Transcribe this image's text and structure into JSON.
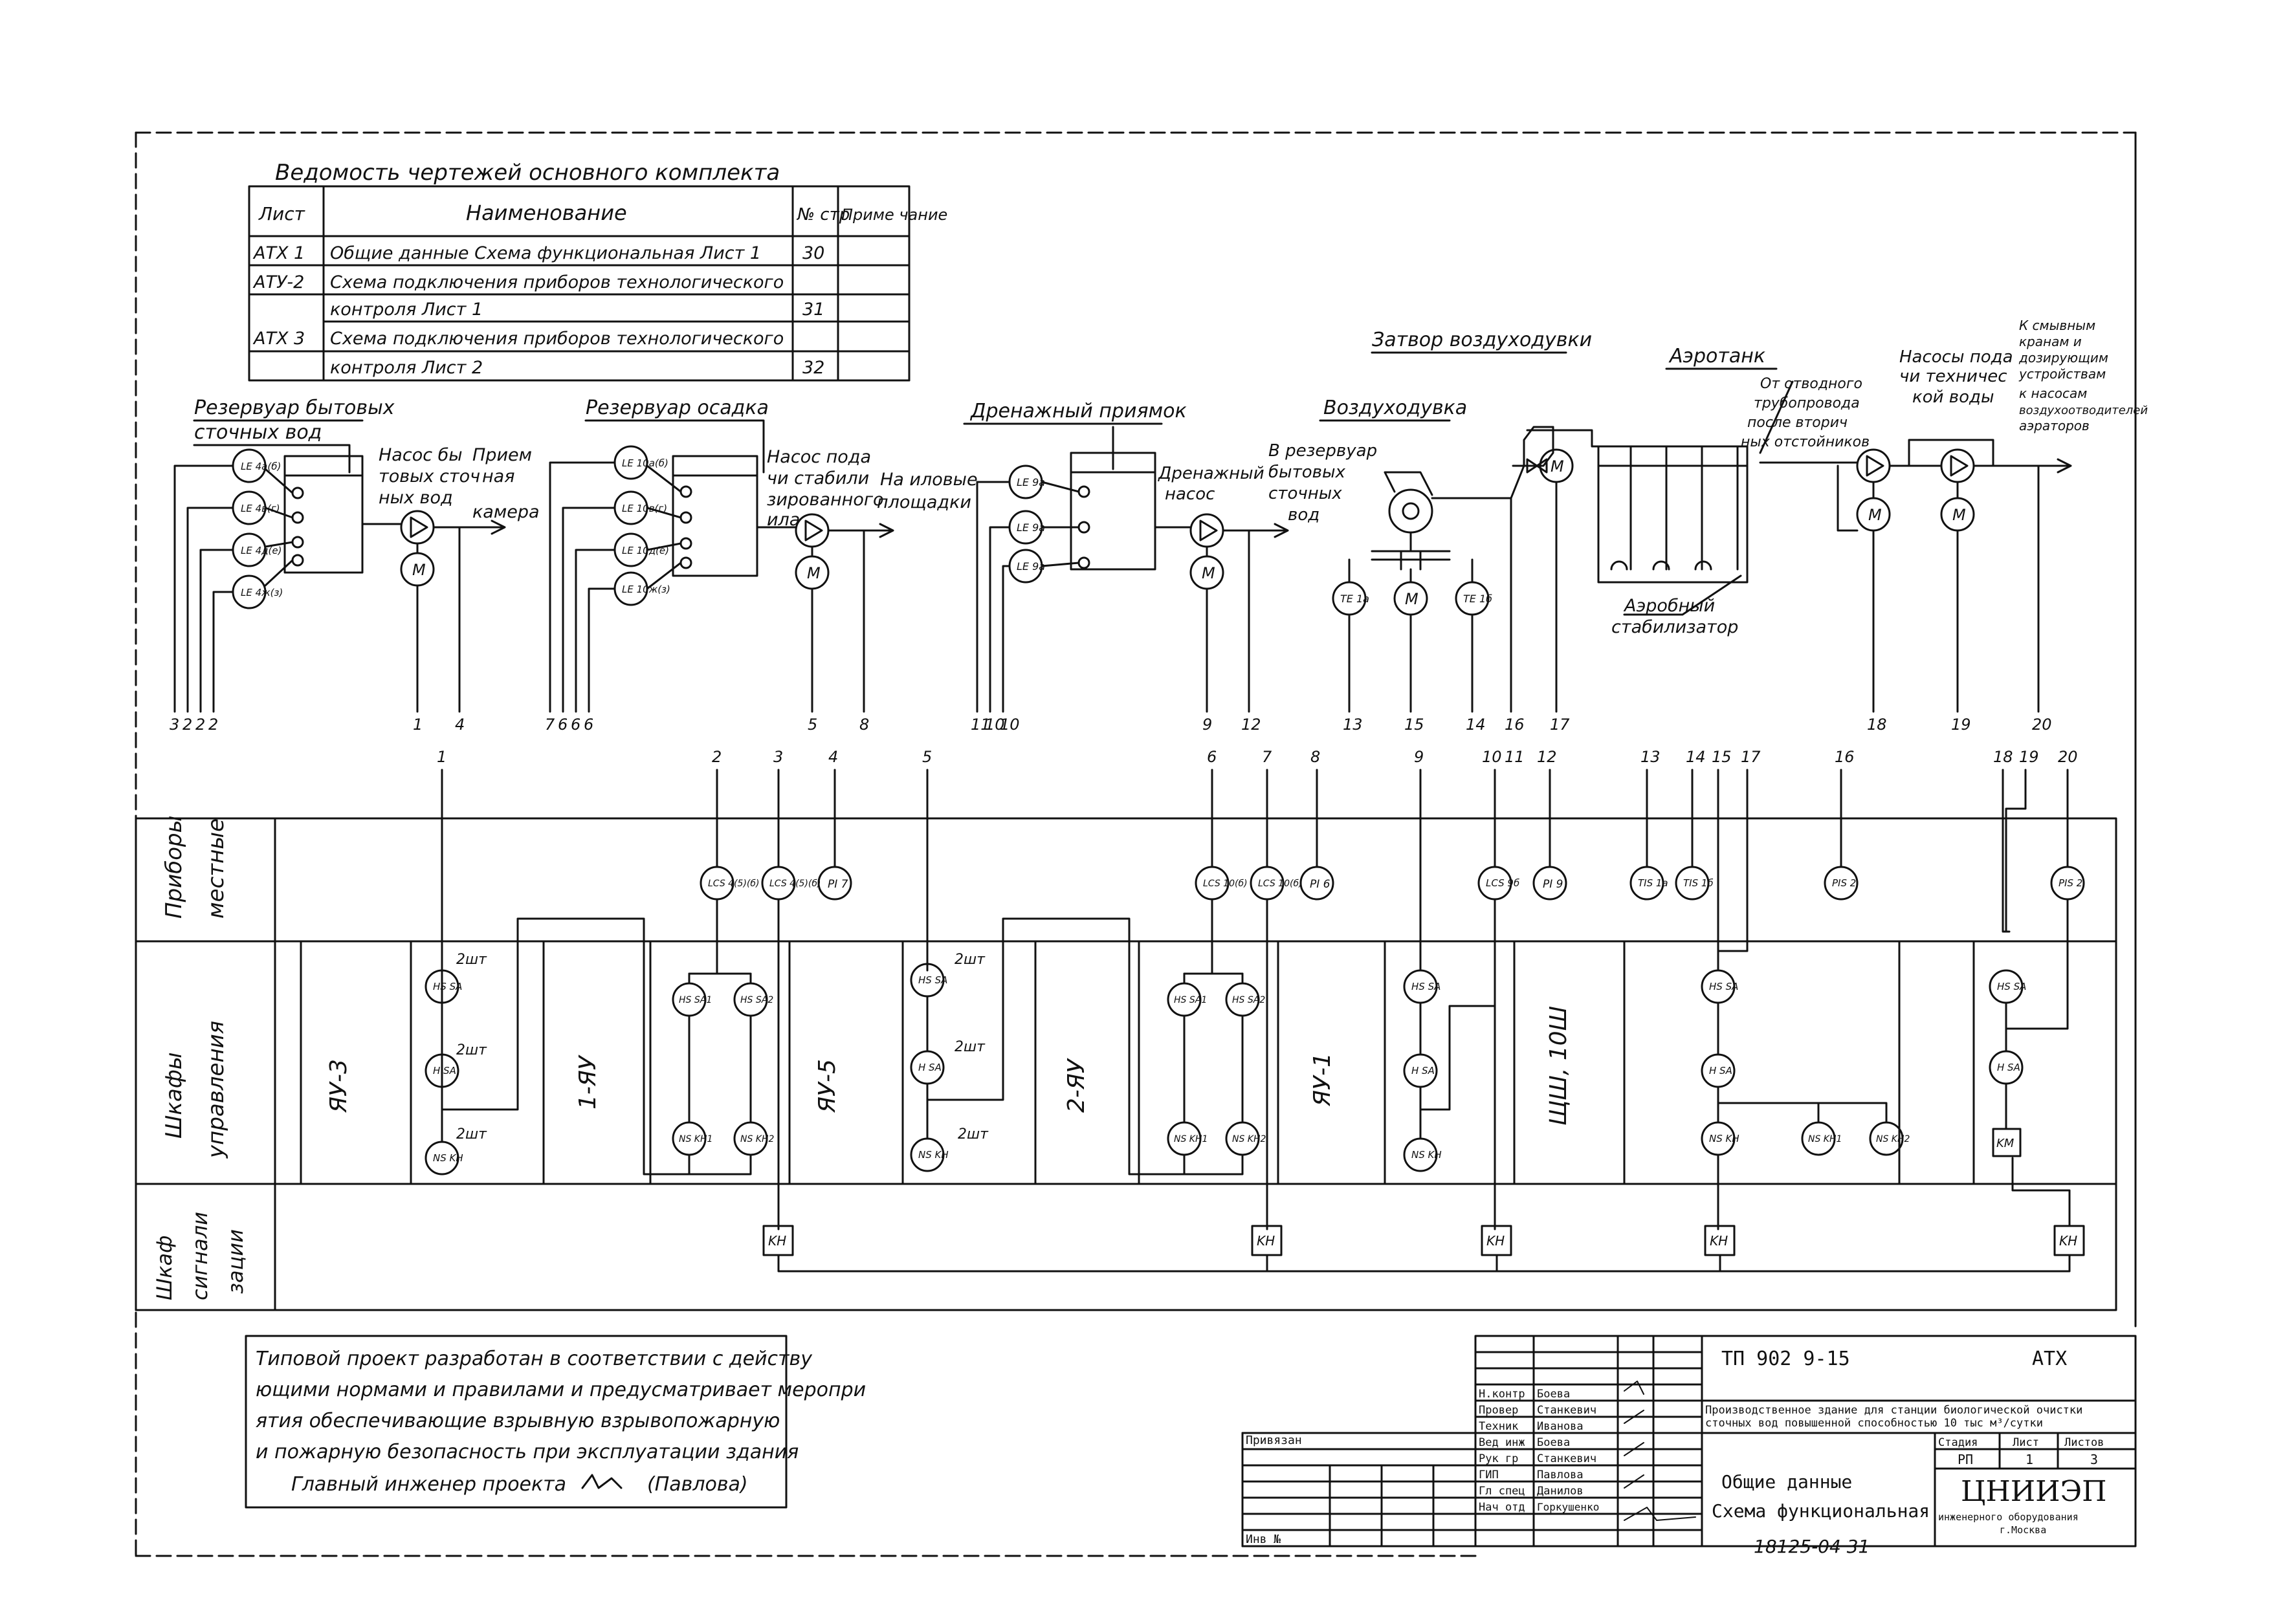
{
  "sheet_index": {
    "title": "Ведомость чертежей основного комплекта",
    "headers": [
      "Лист",
      "Наименование",
      "№ стр",
      "Приме чание"
    ],
    "rows": [
      {
        "sheet": "АТХ 1",
        "name": "Общие данные Схема функциональная Лист 1",
        "page": "30",
        "note": ""
      },
      {
        "sheet": "АТУ-2",
        "name": "Схема подключения приборов технологического",
        "page": "",
        "note": ""
      },
      {
        "sheet": "",
        "name": "контроля Лист 1",
        "page": "31",
        "note": ""
      },
      {
        "sheet": "АТХ 3",
        "name": "Схема подключения приборов технологического",
        "page": "",
        "note": ""
      },
      {
        "sheet": "",
        "name": "контроля Лист 2",
        "page": "32",
        "note": ""
      }
    ]
  },
  "process": {
    "reservoir1": {
      "title_line1": "Резервуар бытовых",
      "title_line2": "сточных вод",
      "pump_label": [
        "Насос бы",
        "товых сточ",
        "ных вод"
      ],
      "out_label": [
        "Прием",
        "ная",
        "камера"
      ],
      "sensors": [
        "LE 4а(б)",
        "LE 4в(г)",
        "LE 4д(е)",
        "LE 4ж(з)"
      ],
      "motor": "M",
      "bottom_numbers": [
        "3",
        "2",
        "2",
        "2"
      ],
      "pump_numbers": [
        "1",
        "4"
      ]
    },
    "reservoir2": {
      "title": "Резервуар осадка",
      "pump_label": [
        "Насос пода",
        "чи стабили",
        "зированного",
        "ила"
      ],
      "out_label": [
        "На иловые",
        "площадки"
      ],
      "sensors": [
        "LE 10а(б)",
        "LE 10в(г)",
        "LE 10д(е)",
        "LE 10ж(з)"
      ],
      "motor": "M",
      "bottom_numbers": [
        "7",
        "6",
        "6",
        "6"
      ],
      "pump_numbers": [
        "5",
        "8"
      ]
    },
    "drain": {
      "title": "Дренажный приямок",
      "pump_label": [
        "Дренажный",
        "насос"
      ],
      "out_label": [
        "В резервуар",
        "бытовых",
        "сточных",
        "вод"
      ],
      "sensors": [
        "LE 9а",
        "LE 9а",
        "LE 9а"
      ],
      "motor": "M",
      "bottom_numbers": [
        "11",
        "10",
        "10"
      ],
      "pump_numbers": [
        "9",
        "12"
      ]
    },
    "blower": {
      "title": "Воздуходувка",
      "gate_title": "Затвор воздуходувки",
      "sensors": [
        "TE 1а",
        "M",
        "TE 1б"
      ],
      "numbers": [
        "13",
        "15",
        "14",
        "16",
        "17"
      ]
    },
    "aerotank": {
      "title": "Аэротанк",
      "stabilizer": [
        "Аэробный",
        "стабилизатор"
      ],
      "from_label": [
        "От отводного",
        "трубопровода",
        "после вторич",
        "ных отстойников"
      ]
    },
    "tech_pumps": {
      "title": [
        "Насосы пода",
        "чи техничес",
        "кой воды"
      ],
      "out_label": [
        "К смывным",
        "кранам и",
        "дозирующим",
        "устройствам",
        "к насосам",
        "воздухоотводителей",
        "аэраторов"
      ],
      "numbers": [
        "18",
        "19",
        "20"
      ]
    }
  },
  "panels": {
    "row_labels": {
      "local": [
        "Приборы",
        "местные"
      ],
      "control": [
        "Шкафы",
        "управления"
      ],
      "signal": [
        "Шкаф",
        "сигнали",
        "зации"
      ]
    },
    "top_numbers": [
      "1",
      "2",
      "3",
      "4",
      "5",
      "6",
      "7",
      "8",
      "9",
      "10",
      "11",
      "12",
      "13",
      "14",
      "15",
      "17",
      "16",
      "18",
      "19",
      "20"
    ],
    "local_instruments": [
      "LCS 4(5)(б)",
      "LCS 4(5)(б)",
      "PI 7",
      "LCS 10(б)",
      "LCS 10(б)",
      "PI 6",
      "LCS 9б",
      "PI 9",
      "TIS 1а",
      "TIS 1б",
      "PIS 2",
      "PIS 2"
    ],
    "cabinets": [
      "ЯУ-3",
      "1-ЯУ",
      "ЯУ-5",
      "2-ЯУ",
      "ЯУ-1",
      "ЩШ, 10Ш"
    ],
    "control_items": {
      "hs_sa": "HS SA",
      "h_sa": "H SA",
      "ns_kh": "NS KH",
      "hs_sa1": "HS SA1",
      "hs_sa2": "HS SA2",
      "ns_kh1": "NS KH1",
      "ns_kh2": "NS KH2",
      "km": "KM",
      "qty": "2шт"
    },
    "signal_box": "KH"
  },
  "note": {
    "lines": [
      "Типовой проект разработан в соответствии с действу",
      "ющими нормами и правилами и предусматривает меропри",
      "ятия обеспечивающие взрывную взрывопожарную",
      "и пожарную безопасность при эксплуатации здания"
    ],
    "signature_line": "Главный инженер проекта",
    "signature_name": "(Павлова)"
  },
  "title_block": {
    "code": "ТП 902 9-15",
    "mark": "АТХ",
    "project": [
      "Производственное здание для станции биологической очистки",
      "сточных вод повышенной способностью 10 тыс м³/сутки"
    ],
    "roles": [
      {
        "role": "Н.контр",
        "name": "Боева"
      },
      {
        "role": "Провер",
        "name": "Станкевич"
      },
      {
        "role": "Техник",
        "name": "Иванова"
      },
      {
        "role": "Вед инж",
        "name": "Боева"
      },
      {
        "role": "Рук гр",
        "name": "Станкевич"
      },
      {
        "role": "ГИП",
        "name": "Павлова"
      },
      {
        "role": "Гл спец",
        "name": "Данилов"
      },
      {
        "role": "Нач отд",
        "name": "Горкушенко"
      }
    ],
    "stage_head": [
      "Стадия",
      "Лист",
      "Листов"
    ],
    "stage_vals": [
      "РП",
      "1",
      "3"
    ],
    "sheet_title": [
      "Общие данные",
      "Схема функциональная"
    ],
    "org": "ЦНИИЭП",
    "org_sub": [
      "инженерного оборудования",
      "г.Москва"
    ],
    "privyazan": "Привязан",
    "inv": "Инв №",
    "footer": "18125-04 31"
  }
}
